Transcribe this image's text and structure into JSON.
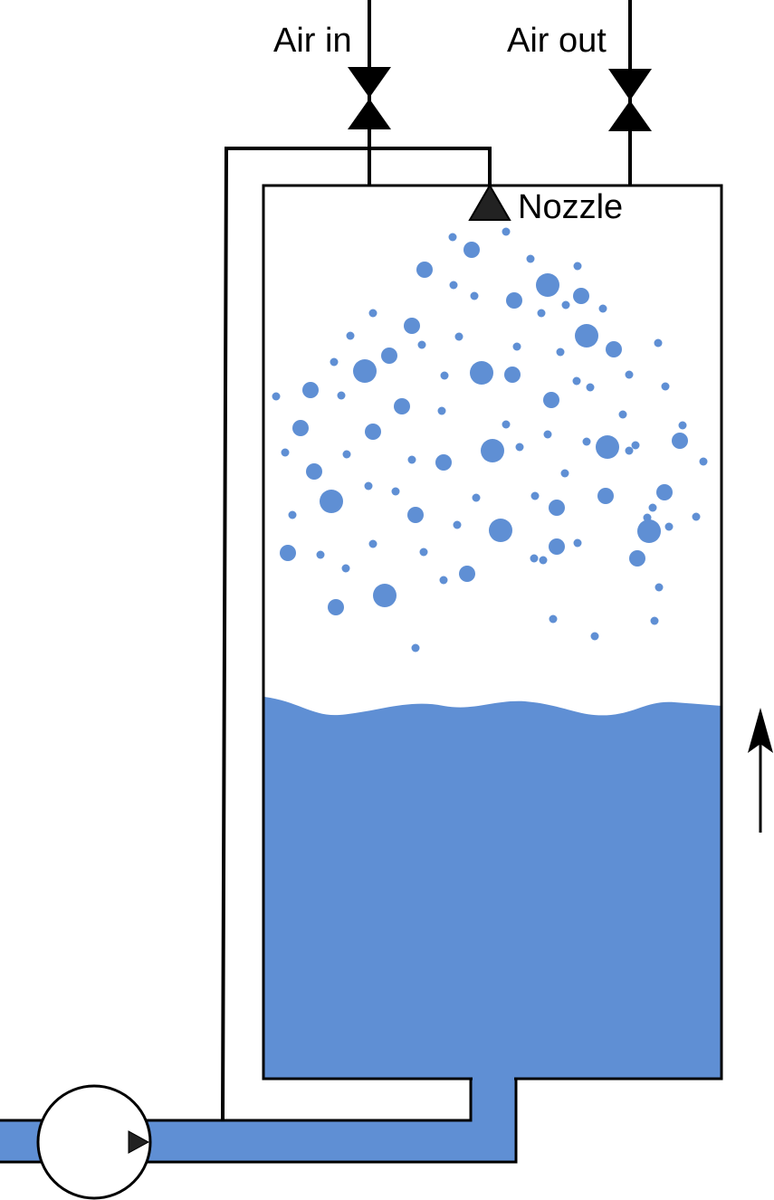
{
  "labels": {
    "air_in": "Air in",
    "air_out": "Air out",
    "nozzle": "Nozzle"
  },
  "colors": {
    "water": "#5f8fd4",
    "droplet": "#5f8fd4",
    "line": "#000000",
    "nozzle_fill": "#222222",
    "background": "#ffffff"
  },
  "components": {
    "valves": [
      "air-inlet-valve",
      "air-outlet-valve"
    ],
    "pump": "circulation-pump",
    "vessel": "pressure-tank",
    "indicator": "liquid-level-up-arrow-icon"
  }
}
